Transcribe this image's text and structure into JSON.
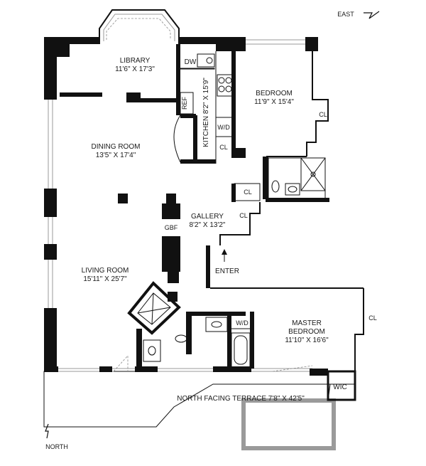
{
  "compass": {
    "east": "EAST",
    "north": "NORTH"
  },
  "rooms": {
    "library": {
      "name": "LIBRARY",
      "dims": "11'6\" X 17'3\""
    },
    "dining_room": {
      "name": "DINING ROOM",
      "dims": "13'5\" X 17'4\""
    },
    "kitchen": {
      "name": "KITCHEN 8'2\" X 15'9\""
    },
    "bedroom": {
      "name": "BEDROOM",
      "dims": "11'9\" X 15'4\""
    },
    "gallery": {
      "name": "GALLERY",
      "dims": "8'2\" X 13'2\""
    },
    "living_room": {
      "name": "LIVING ROOM",
      "dims": "15'11\" X 25'7\""
    },
    "master_bedroom": {
      "name": "MASTER",
      "name2": "BEDROOM",
      "dims": "11'10\" X 16'6\""
    },
    "terrace": {
      "name": "NORTH FACING TERRACE 7'8\" X 42'5\""
    }
  },
  "fixtures": {
    "dw": "DW",
    "ref": "REF",
    "wd_kitchen": "W/D",
    "cl_kitchen": "CL",
    "cl_bedroom": "CL",
    "cl_bath": "CL",
    "cl_gallery": "CL",
    "gbf": "GBF",
    "enter": "ENTER",
    "wd_master": "W/D",
    "cl_master": "CL",
    "wic": "WIC"
  }
}
